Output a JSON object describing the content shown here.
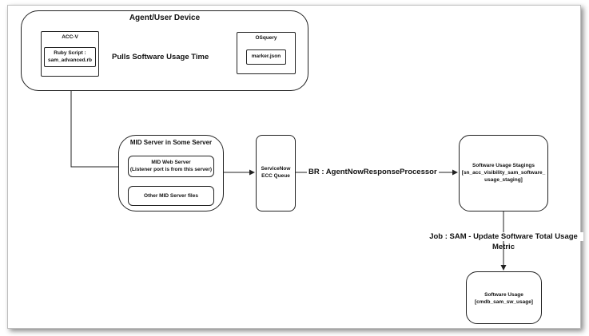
{
  "agent_device": {
    "title": "Agent/User Device",
    "acc_v": {
      "title": "ACC-V",
      "script": [
        "Ruby Script :",
        "sam_advanced.rb"
      ]
    },
    "osquery": {
      "title": "OSquery",
      "file": "marker.json"
    }
  },
  "mid_server": {
    "title": "MID Server in Some Server",
    "web_server": [
      "MID Web Server",
      "(Listener port is from this server)"
    ],
    "other_files": "Other MID Server files"
  },
  "ecc_queue": [
    "ServiceNow",
    "ECC Queue"
  ],
  "staging": [
    "Software Usage Stagings",
    "[sn_acc_visibility_sam_software_",
    "usage_staging]"
  ],
  "software_usage": [
    "Software Usage",
    "[cmdb_sam_sw_usage]"
  ],
  "edges": {
    "pull": "Pulls Software Usage Time",
    "br": "BR : AgentNowResponseProcessor",
    "job": [
      "Job : SAM - Update Software Total Usage",
      "Metric"
    ]
  }
}
